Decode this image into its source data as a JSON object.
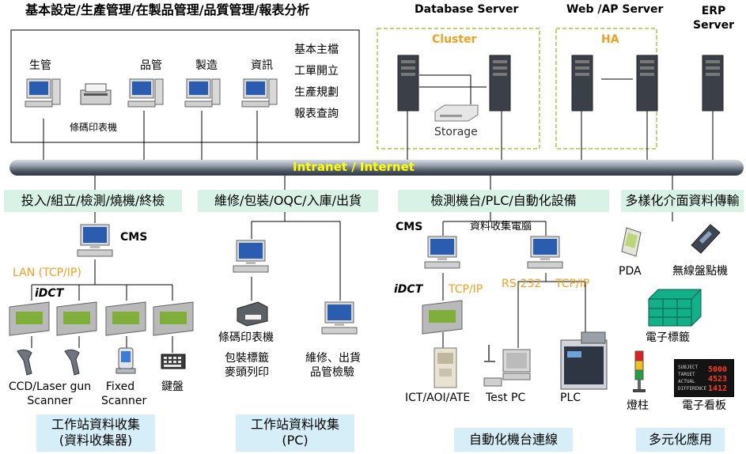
{
  "header": {
    "title": "基本設定/生產管理/在製品管理/品質管理/報表分析",
    "database_server": "Database Server",
    "web_ap_server": "Web /AP Server",
    "erp_server": "ERP Server"
  },
  "office": {
    "pc_labels": [
      "生管",
      "品管",
      "製造",
      "資訊"
    ],
    "printer_label": "條碼印表機",
    "functions": [
      "基本主檔",
      "工單開立",
      "生產規劃",
      "報表查詢"
    ]
  },
  "servers": {
    "cluster_label": "Cluster",
    "storage_label": "Storage",
    "ha_label": "HA"
  },
  "network": {
    "backbone_label": "Intranet / Internet"
  },
  "sections": {
    "s1": {
      "band": "投入/組立/檢測/燒機/終檢",
      "cms": "CMS",
      "lan": "LAN (TCP/IP)",
      "idct": "iDCT",
      "scanner": "CCD/Laser gun Scanner",
      "fixed_scanner": "Fixed Scanner",
      "keyboard": "鍵盤",
      "caption": [
        "工作站資料收集",
        "(資料收集器)"
      ]
    },
    "s2": {
      "band": "維修/包裝/OQC/入庫/出貨",
      "printer": "條碼印表機",
      "printer_sub": [
        "包裝標籤",
        "麥頭列印"
      ],
      "station": [
        "維修、出貨",
        "品管檢驗"
      ],
      "caption": [
        "工作站資料收集",
        "(PC)"
      ]
    },
    "s3": {
      "band": "檢測機台/PLC/自動化設備",
      "cms": "CMS",
      "collector_pc": "資料收集電腦",
      "idct": "iDCT",
      "tcpip": "TCP/IP",
      "rs232": "RS-232",
      "tcpip2": "TCP/IP",
      "ict": "ICT/AOI/ATE",
      "testpc": "Test PC",
      "plc": "PLC",
      "caption": "自動化機台連線"
    },
    "s4": {
      "band": "多樣化介面資料傳輸",
      "pda": "PDA",
      "wireless": "無線盤點機",
      "etag": "電子標籤",
      "lamp": "燈柱",
      "board": "電子看板",
      "board_lines": [
        "SUBJECT",
        "TARGET",
        "ACTUAL",
        "DIFFERENCE"
      ],
      "board_values": [
        "5000",
        "4523",
        "1412"
      ],
      "caption": "多元化應用"
    }
  }
}
